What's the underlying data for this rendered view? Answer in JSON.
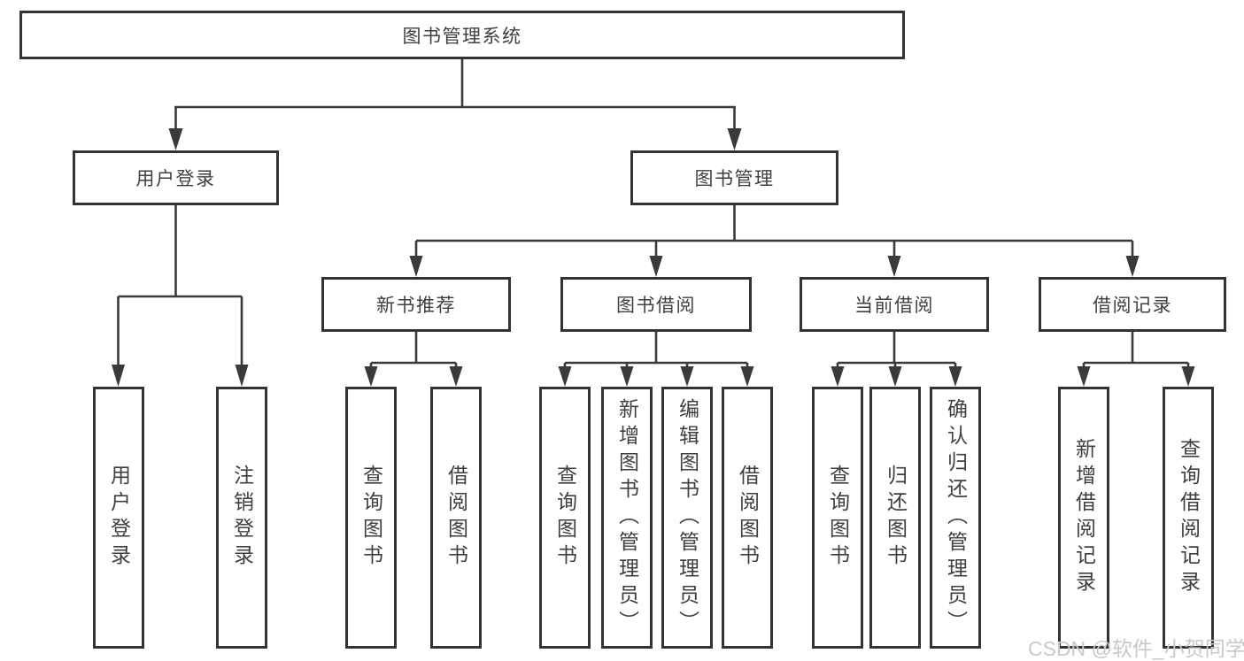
{
  "colors": {
    "box_border": "#333333",
    "connector": "#3a3a3a",
    "text": "#3f3f3f",
    "watermark": "#c9c9cb",
    "background": "#ffffff"
  },
  "watermark": "CSDN @软件_小贺同学",
  "tree": {
    "root": "图书管理系统",
    "children": [
      {
        "label": "用户登录",
        "children": [
          {
            "label": "用户登录"
          },
          {
            "label": "注销登录"
          }
        ]
      },
      {
        "label": "图书管理",
        "children": [
          {
            "label": "新书推荐",
            "children": [
              {
                "label": "查询图书"
              },
              {
                "label": "借阅图书"
              }
            ]
          },
          {
            "label": "图书借阅",
            "children": [
              {
                "label": "查询图书"
              },
              {
                "label": "新增图书（管理员）"
              },
              {
                "label": "编辑图书（管理员）"
              },
              {
                "label": "借阅图书"
              }
            ]
          },
          {
            "label": "当前借阅",
            "children": [
              {
                "label": "查询图书"
              },
              {
                "label": "归还图书"
              },
              {
                "label": "确认归还（管理员）"
              }
            ]
          },
          {
            "label": "借阅记录",
            "children": [
              {
                "label": "新增借阅记录"
              },
              {
                "label": "查询借阅记录"
              }
            ]
          }
        ]
      }
    ]
  }
}
